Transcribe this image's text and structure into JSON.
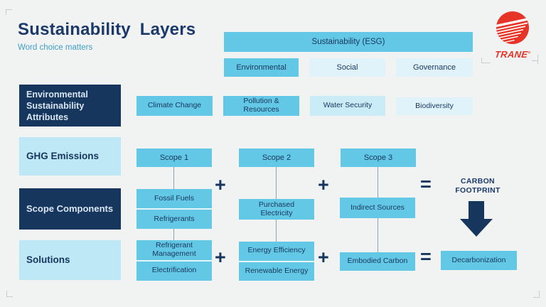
{
  "header": {
    "title": "Sustainability Layers",
    "subtitle": "Word choice matters",
    "brand": "TRANE",
    "brand_reg": "®"
  },
  "esg": {
    "header": "Sustainability (ESG)",
    "pillars": [
      "Environmental",
      "Social",
      "Governance"
    ]
  },
  "attributes_row": {
    "label": "Environmental Sustainability Attributes",
    "items": [
      "Climate Change",
      "Pollution & Resources",
      "Water Security",
      "Biodiversity"
    ]
  },
  "ghg_row": {
    "label": "GHG Emissions",
    "scopes": [
      "Scope 1",
      "Scope 2",
      "Scope 3"
    ],
    "result": "CARBON FOOTPRINT"
  },
  "components_row": {
    "label": "Scope Components",
    "scope1": [
      "Fossil Fuels",
      "Refrigerants"
    ],
    "scope2": [
      "Purchased Electricity"
    ],
    "scope3": [
      "Indirect Sources"
    ]
  },
  "solutions_row": {
    "label": "Solutions",
    "scope1": [
      "Refrigerant Management",
      "Electrification"
    ],
    "scope2": [
      "Energy Efficiency",
      "Renewable Energy"
    ],
    "scope3": [
      "Embodied Carbon"
    ],
    "result": "Decarbonization"
  },
  "operators": {
    "plus": "+",
    "equals": "="
  },
  "colors": {
    "navy": "#17365E",
    "cyan": "#63C8E5",
    "light_cyan": "#BEE8F5",
    "pale_cyan": "#C9ECF7",
    "palest_cyan": "#E1F3FA",
    "brand_red": "#E63427",
    "connector": "#8FA2B3",
    "background": "#F1F2F2"
  }
}
